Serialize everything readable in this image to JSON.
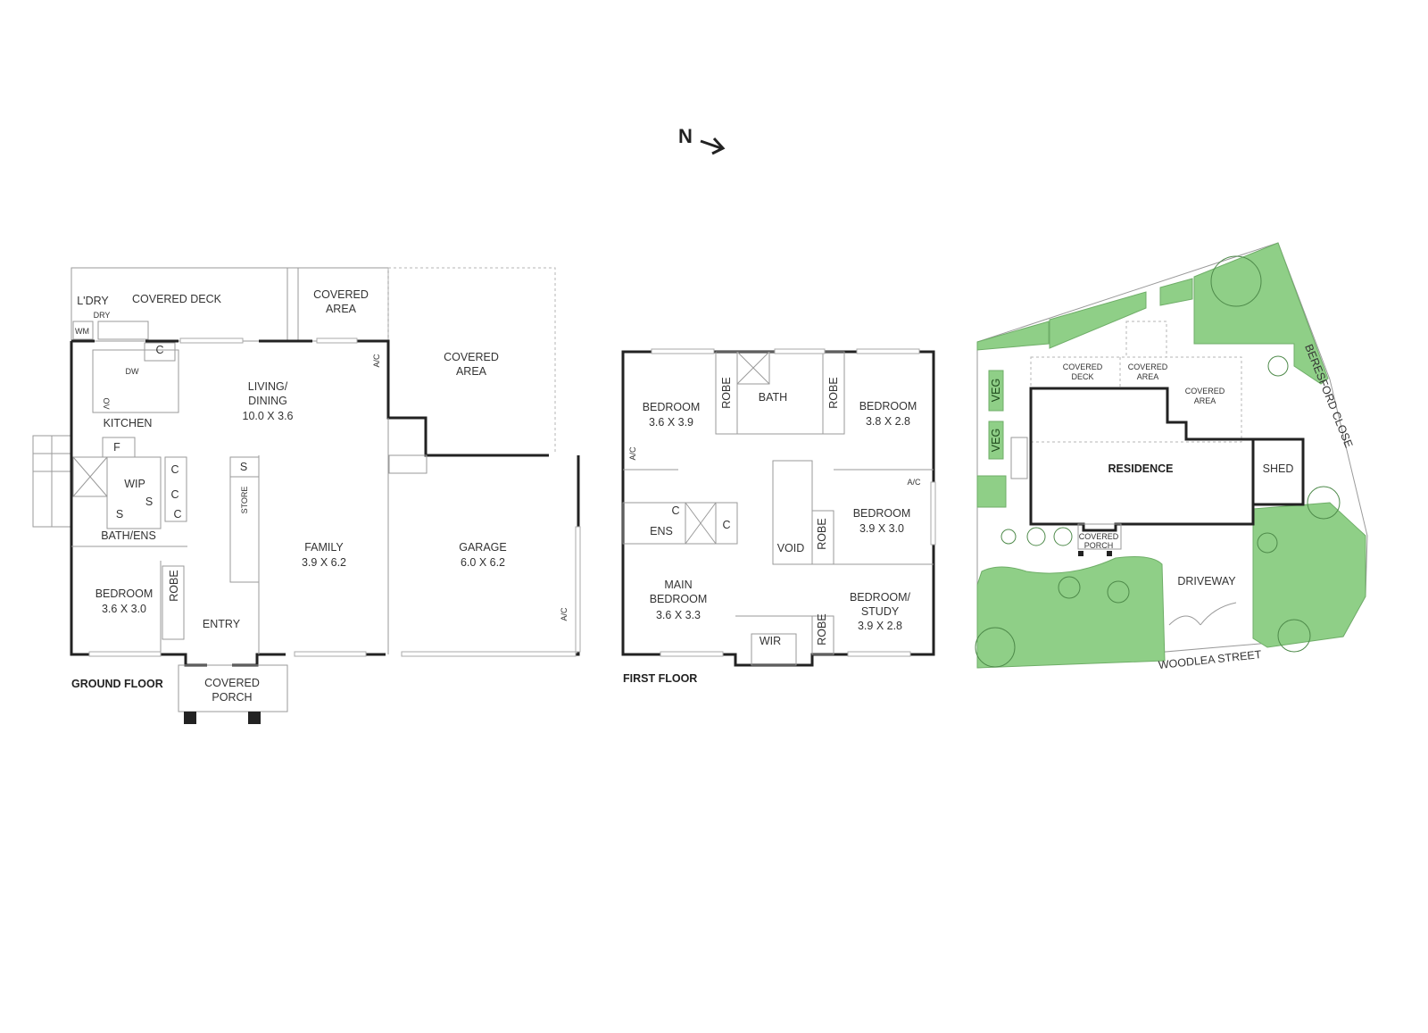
{
  "compass": {
    "label": "N",
    "icon": "north-arrow-icon"
  },
  "ground_floor": {
    "title": "GROUND FLOOR",
    "rooms": {
      "laundry": "L'DRY",
      "dryer": "DRY",
      "washing_machine": "WM",
      "covered_deck": "COVERED DECK",
      "covered_area_1_l1": "COVERED",
      "covered_area_1_l2": "AREA",
      "covered_area_2_l1": "COVERED",
      "covered_area_2_l2": "AREA",
      "kitchen": "KITCHEN",
      "dishwasher": "DW",
      "oven": "OV",
      "cupboard": "C",
      "fridge": "F",
      "wip": "WIP",
      "shelf": "S",
      "living_l1": "LIVING/",
      "living_l2": "DINING",
      "living_dim": "10.0 X 3.6",
      "ac": "A/C",
      "store": "STORE",
      "bath_ens": "BATH/ENS",
      "bedroom": "BEDROOM",
      "bedroom_dim": "3.6 X 3.0",
      "robe": "ROBE",
      "entry": "ENTRY",
      "family": "FAMILY",
      "family_dim": "3.9 X 6.2",
      "garage": "GARAGE",
      "garage_dim": "6.0 X 6.2",
      "porch_l1": "COVERED",
      "porch_l2": "PORCH"
    }
  },
  "first_floor": {
    "title": "FIRST FLOOR",
    "rooms": {
      "bedroom1": "BEDROOM",
      "bedroom1_dim": "3.6 X 3.9",
      "robe": "ROBE",
      "bath": "BATH",
      "bedroom2": "BEDROOM",
      "bedroom2_dim": "3.8 X 2.8",
      "ac": "A/C",
      "ens": "ENS",
      "cupboard": "C",
      "void": "VOID",
      "bedroom3": "BEDROOM",
      "bedroom3_dim": "3.9 X 3.0",
      "main_l1": "MAIN",
      "main_l2": "BEDROOM",
      "main_dim": "3.6 X 3.3",
      "wir": "WIR",
      "study_l1": "BEDROOM/",
      "study_l2": "STUDY",
      "study_dim": "3.9 X 2.8"
    }
  },
  "site_plan": {
    "residence": "RESIDENCE",
    "shed": "SHED",
    "veg": "VEG",
    "covered_deck_l1": "COVERED",
    "covered_deck_l2": "DECK",
    "covered_area_l1": "COVERED",
    "covered_area_l2": "AREA",
    "covered_area2_l1": "COVERED",
    "covered_area2_l2": "AREA",
    "porch_l1": "COVERED",
    "porch_l2": "PORCH",
    "driveway": "DRIVEWAY",
    "street_south": "WOODLEA STREET",
    "street_east": "BERESFORD CLOSE",
    "colors": {
      "garden": "#8fcf87",
      "wall": "#222222"
    }
  }
}
